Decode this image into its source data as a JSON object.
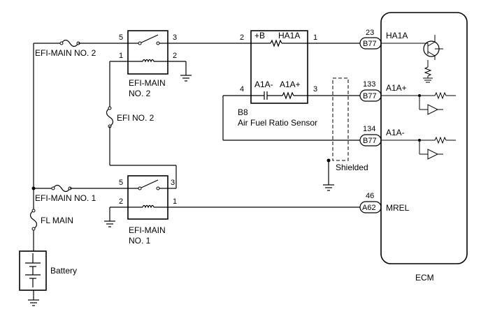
{
  "labels": {
    "efi_main_no2_fuse": "EFI-MAIN NO. 2",
    "efi_main_no1_fuse": "EFI-MAIN NO. 1",
    "efi_no2_fuse": "EFI NO. 2",
    "fl_main_fuse": "FL MAIN",
    "battery": "Battery",
    "relay_no2_line1": "EFI-MAIN",
    "relay_no2_line2": "NO. 2",
    "relay_no1_line1": "EFI-MAIN",
    "relay_no1_line2": "NO. 1",
    "sensor_code": "B8",
    "sensor_name": "Air Fuel Ratio Sensor",
    "sensor_plus_b": "+B",
    "sensor_ha1a": "HA1A",
    "sensor_a1a_minus": "A1A-",
    "sensor_a1a_plus": "A1A+",
    "shielded": "Shielded",
    "ecm": "ECM",
    "ecm_ha1a": "HA1A",
    "ecm_a1a_plus": "A1A+",
    "ecm_a1a_minus": "A1A-",
    "ecm_mrel": "MREL"
  },
  "pins": {
    "relay2_in": "5",
    "relay2_out": "3",
    "relay2_coil_a": "1",
    "relay2_coil_b": "2",
    "relay1_in": "5",
    "relay1_out": "3",
    "relay1_coil_a": "2",
    "relay1_coil_b": "1",
    "sensor_plus_b": "2",
    "sensor_ha1a": "1",
    "sensor_a1a_minus": "4",
    "sensor_a1a_plus": "3",
    "ecm_ha1a": "23",
    "ecm_a1a_plus": "133",
    "ecm_a1a_minus": "134",
    "ecm_mrel": "46"
  },
  "connectors": {
    "ha1a": "B77",
    "a1a_plus": "B77",
    "a1a_minus": "B77",
    "mrel": "A62"
  }
}
